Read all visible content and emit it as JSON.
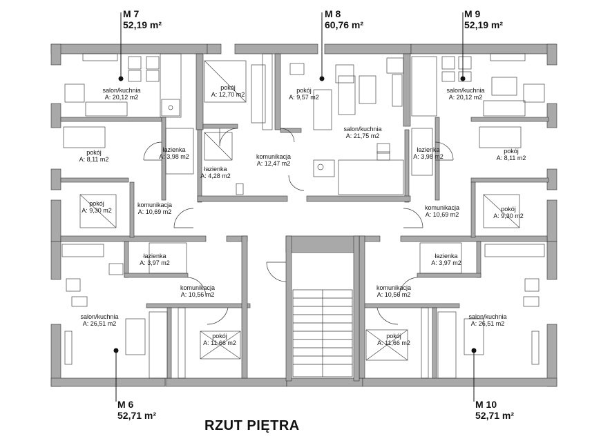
{
  "title": "RZUT PIĘTRA",
  "units": [
    {
      "id": "M 7",
      "area": "52,19 m²"
    },
    {
      "id": "M 8",
      "area": "60,76 m²"
    },
    {
      "id": "M 9",
      "area": "52,19 m²"
    },
    {
      "id": "M 6",
      "area": "52,71 m²"
    },
    {
      "id": "M 10",
      "area": "52,71 m²"
    }
  ],
  "rooms": [
    {
      "name": "salon/kuchnia",
      "area": "A: 20,12 m2"
    },
    {
      "name": "pokój",
      "area": "A: 12,70 m2"
    },
    {
      "name": "pokój",
      "area": "A: 9,57 m2"
    },
    {
      "name": "salon/kuchnia",
      "area": "A: 21,75 m2"
    },
    {
      "name": "salon/kuchnia",
      "area": "A: 20,12 m2"
    },
    {
      "name": "pokój",
      "area": "A: 8,11 m2"
    },
    {
      "name": "łazienka",
      "area": "A: 3,98 m2"
    },
    {
      "name": "łazienka",
      "area": "A: 4,28 m2"
    },
    {
      "name": "komunikacja",
      "area": "A: 12,47 m2"
    },
    {
      "name": "łazienka",
      "area": "A: 3,98 m2"
    },
    {
      "name": "pokój",
      "area": "A: 8,11 m2"
    },
    {
      "name": "pokój",
      "area": "A: 9,30 m2"
    },
    {
      "name": "komunikacja",
      "area": "A: 10,69 m2"
    },
    {
      "name": "komunikacja",
      "area": "A: 10,69 m2"
    },
    {
      "name": "pokój",
      "area": "A: 9,30 m2"
    },
    {
      "name": "łazienka",
      "area": "A: 3,97 m2"
    },
    {
      "name": "łazienka",
      "area": "A: 3,97 m2"
    },
    {
      "name": "komunikacja",
      "area": "A: 10,56 m2"
    },
    {
      "name": "komunikacja",
      "area": "A: 10,56 m2"
    },
    {
      "name": "salon/kuchnia",
      "area": "A: 26,51 m2"
    },
    {
      "name": "salon/kuchnia",
      "area": "A: 26,51 m2"
    },
    {
      "name": "pokój",
      "area": "A: 11,66 m2"
    },
    {
      "name": "pokój",
      "area": "A: 11,66 m2"
    }
  ]
}
